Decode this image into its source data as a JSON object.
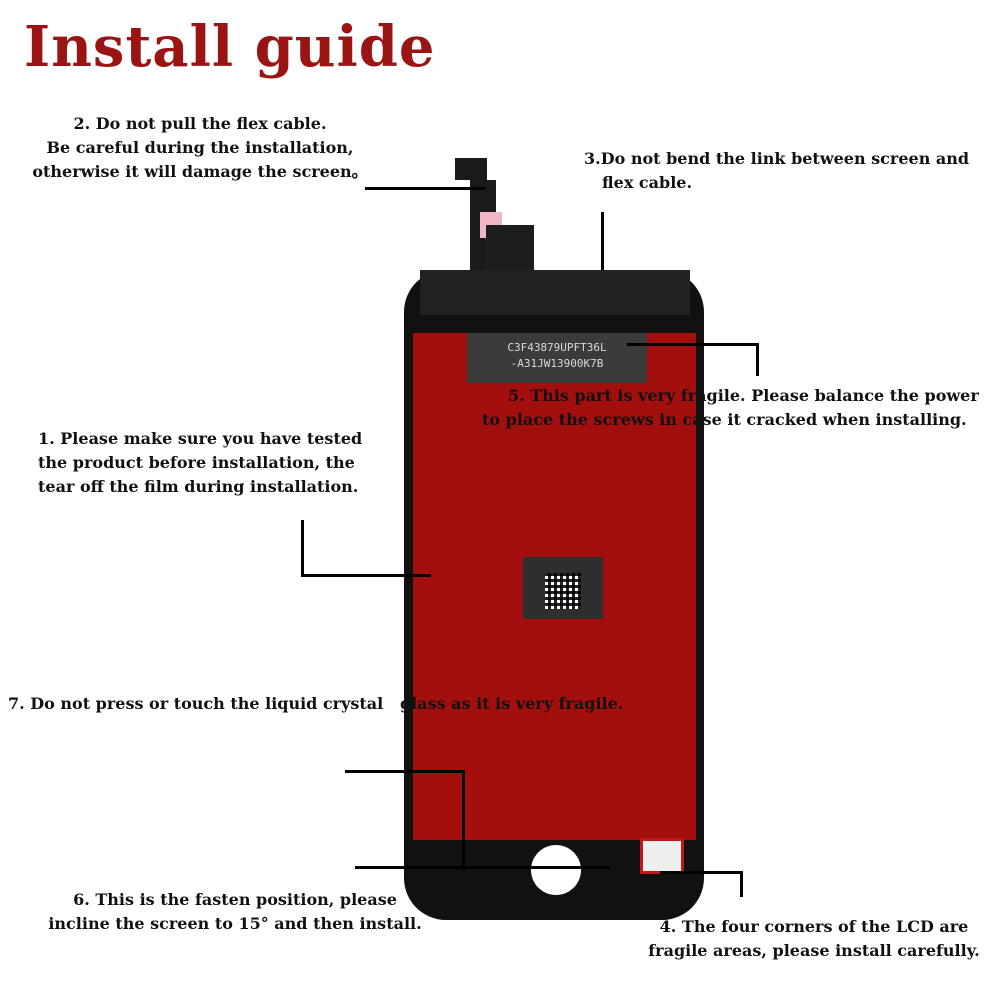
{
  "title": "Install guide",
  "notes": {
    "n1": [
      "1. Please make sure you have tested",
      "the product before installation, the",
      "tear off the film during installation."
    ],
    "n2": [
      "2. Do not pull the flex cable.",
      "Be careful during the installation,",
      "otherwise it will damage the screen。"
    ],
    "n3": [
      "3.Do not bend the link between screen and",
      "flex cable."
    ],
    "n4": [
      "4. The four corners of the LCD are",
      "fragile areas, please install carefully."
    ],
    "n5": [
      "5. This part is very fragile. Please balance the power",
      "to place the screws in case it cracked when installing."
    ],
    "n6": [
      "6. This is the fasten position, please",
      "incline the screen to 15° and then install."
    ],
    "n7": "7. Do not press or touch the liquid crystal   glass as it is very fragile."
  },
  "label_text": [
    "C3F43879UPFT36L",
    "-A31JW13900K7B"
  ],
  "colors": {
    "title": "#9a1414",
    "screen_red": "#a30f0c",
    "phone_black": "#111111"
  }
}
